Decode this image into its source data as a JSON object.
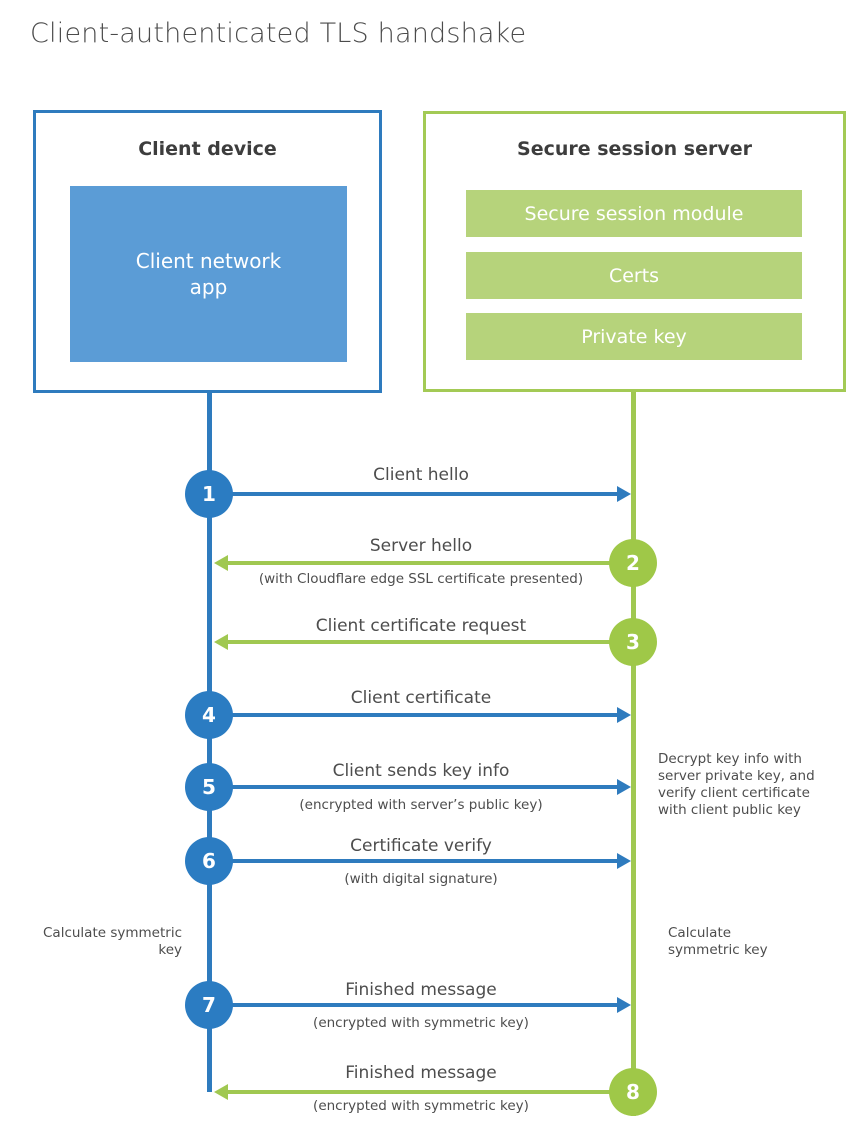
{
  "title": "Client-authenticated TLS handshake",
  "colors": {
    "blue_line": "#2e7bbe",
    "blue_fill": "#5b9cd6",
    "green_line": "#a0c851",
    "green_fill": "#b6d37b",
    "heading_text": "#3d3d3d",
    "label_text": "#4d4d4d",
    "white_text": "#ffffff"
  },
  "client": {
    "title": "Client device",
    "app_label": "Client network app"
  },
  "server": {
    "title": "Secure session server",
    "modules": [
      "Secure session module",
      "Certs",
      "Private key"
    ]
  },
  "steps": [
    {
      "num": "1",
      "actor": "client",
      "direction": "right",
      "label": "Client hello",
      "sublabel": ""
    },
    {
      "num": "2",
      "actor": "server",
      "direction": "left",
      "label": "Server hello",
      "sublabel": "(with Cloudflare edge SSL certificate presented)"
    },
    {
      "num": "3",
      "actor": "server",
      "direction": "left",
      "label": "Client certificate request",
      "sublabel": ""
    },
    {
      "num": "4",
      "actor": "client",
      "direction": "right",
      "label": "Client certificate",
      "sublabel": ""
    },
    {
      "num": "5",
      "actor": "client",
      "direction": "right",
      "label": "Client sends key info",
      "sublabel": "(encrypted with server’s public key)"
    },
    {
      "num": "6",
      "actor": "client",
      "direction": "right",
      "label": "Certificate verify",
      "sublabel": "(with digital signature)"
    },
    {
      "num": "7",
      "actor": "client",
      "direction": "right",
      "label": "Finished message",
      "sublabel": "(encrypted with symmetric key)"
    },
    {
      "num": "8",
      "actor": "server",
      "direction": "left",
      "label": "Finished message",
      "sublabel": "(encrypted with symmetric key)"
    }
  ],
  "notes": {
    "decrypt_note": "Decrypt key info with server private key, and verify client certificate with client public key",
    "calc_symmetric_left": "Calculate symmetric key",
    "calc_symmetric_right": "Calculate symmetric key"
  }
}
